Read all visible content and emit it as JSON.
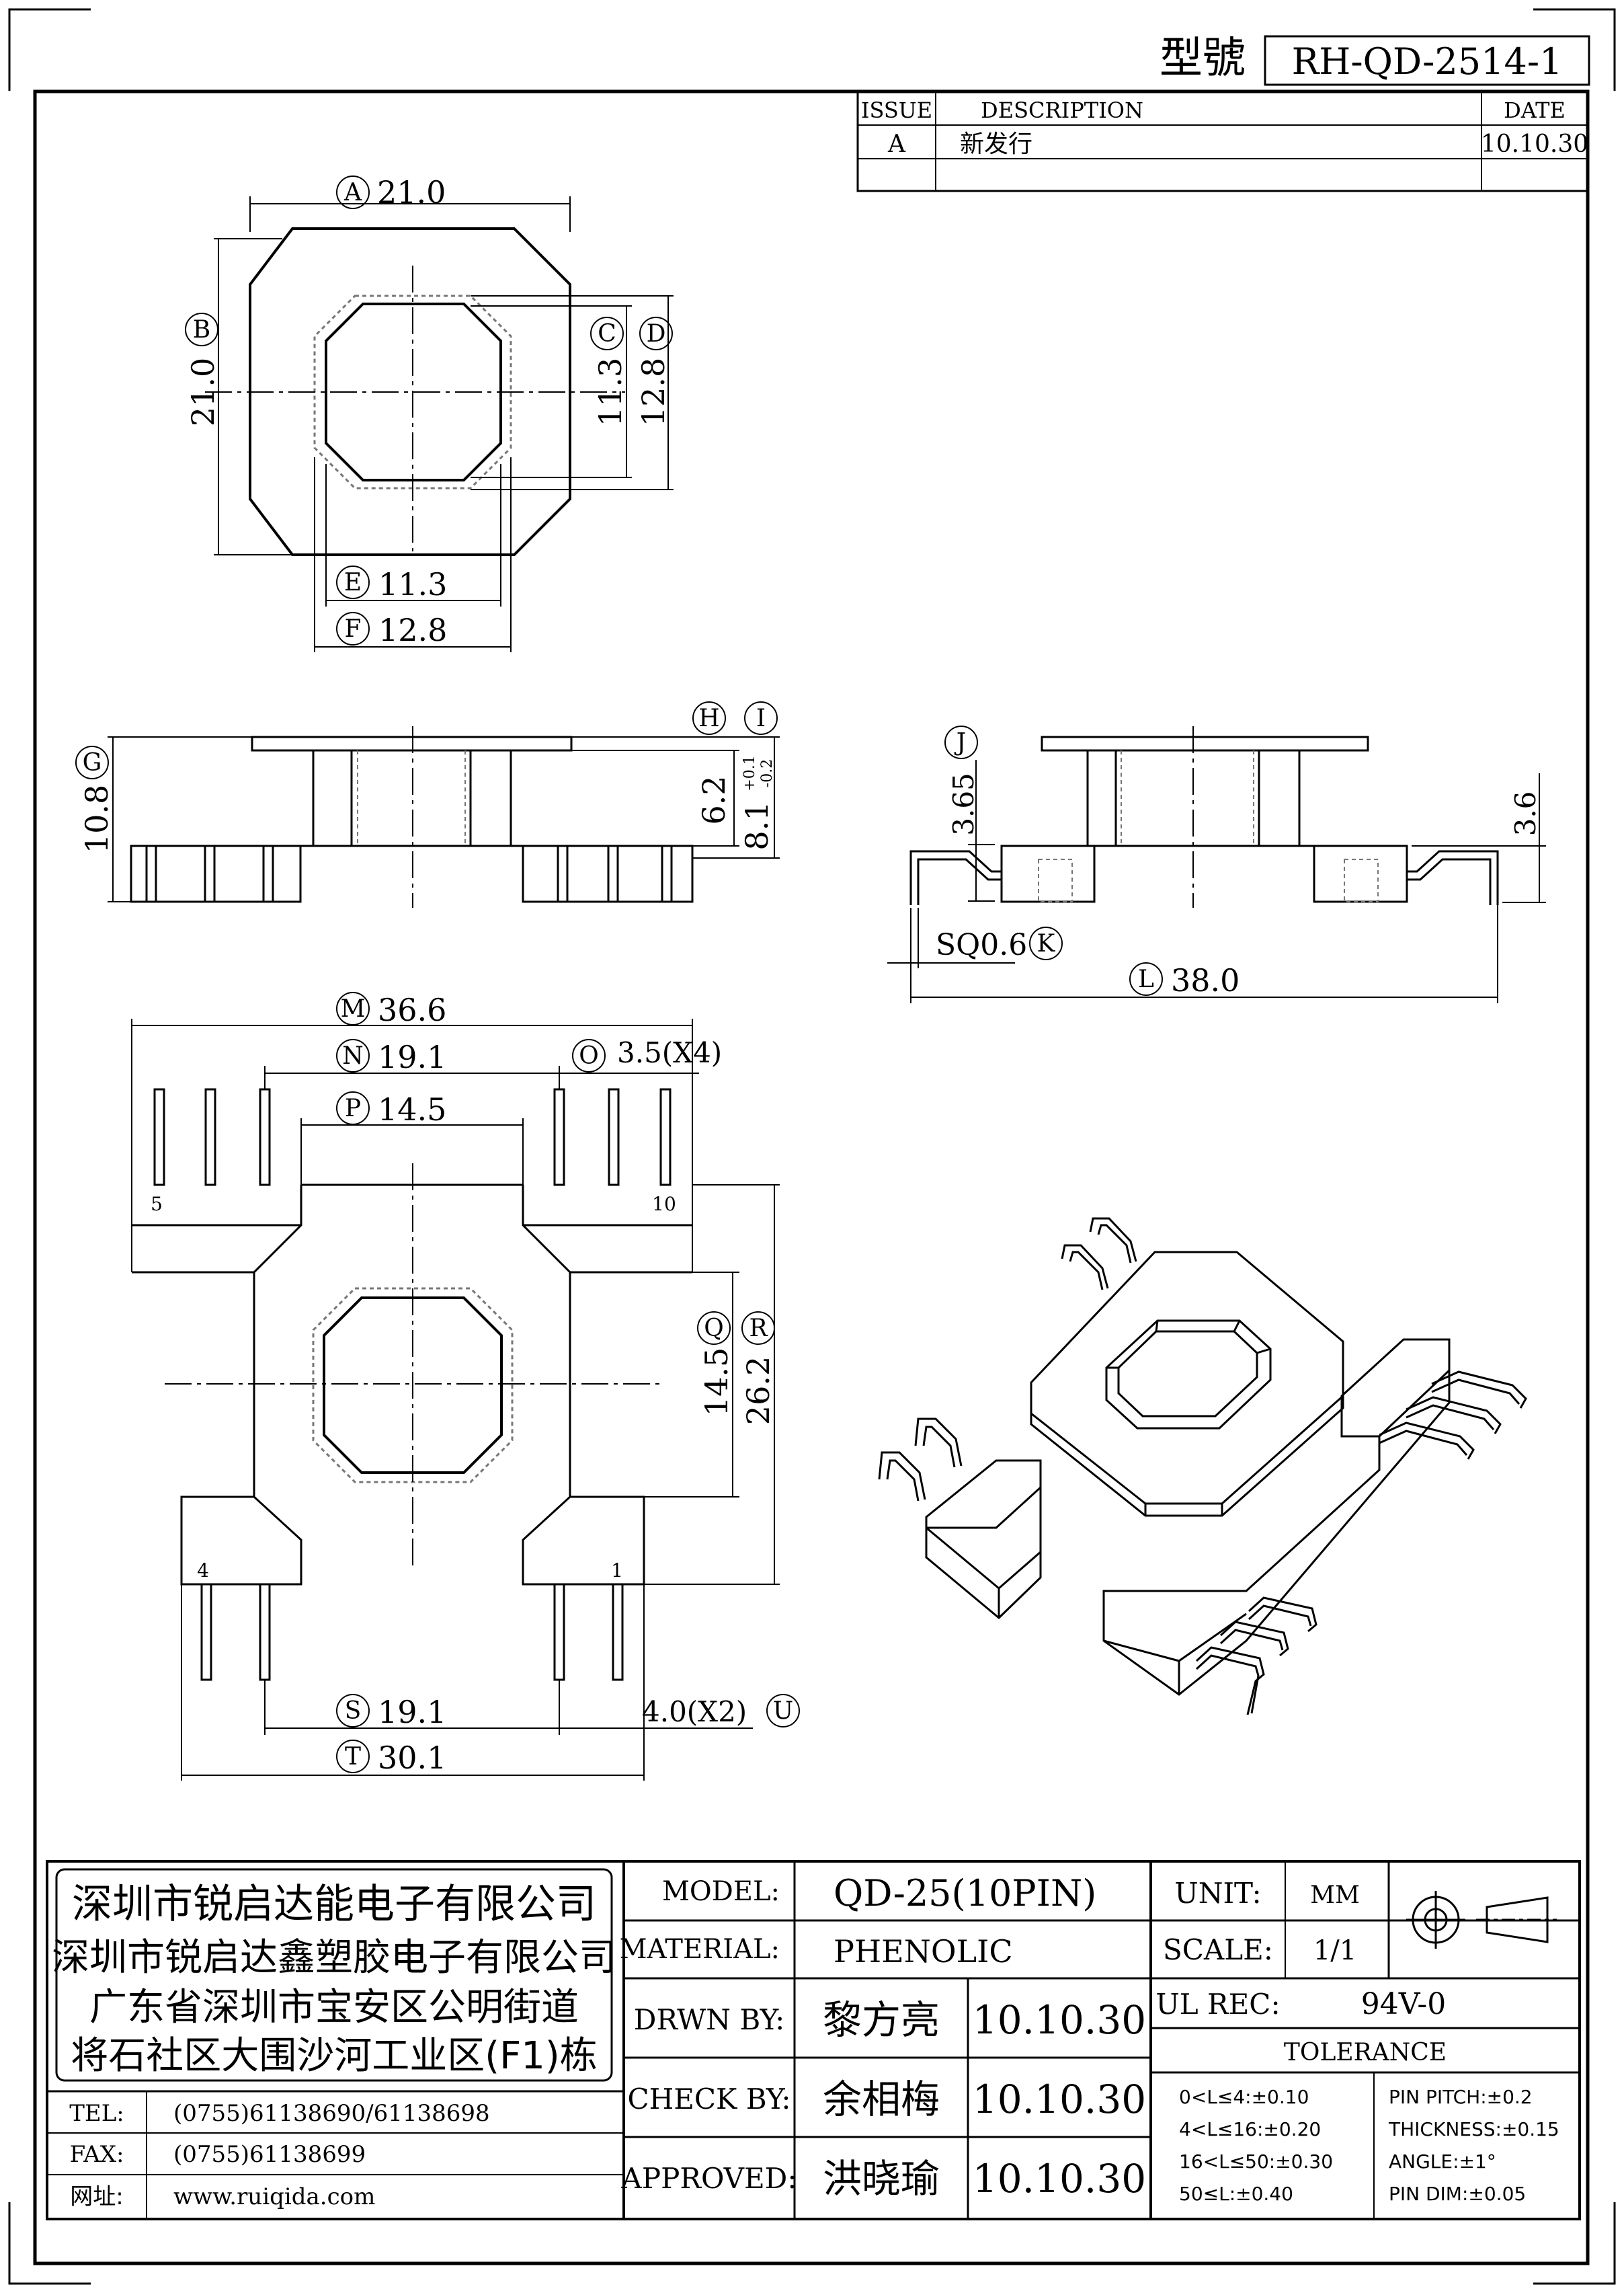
{
  "header": {
    "model_label": "型號",
    "model_value": "RH-QD-2514-1"
  },
  "revision": {
    "col_issue": "ISSUE",
    "col_desc": "DESCRIPTION",
    "col_date": "DATE",
    "rows": [
      {
        "issue": "A",
        "desc": "新发行",
        "date": "10.10.30"
      }
    ]
  },
  "top_view": {
    "A": "A",
    "A_val": "21.0",
    "B": "B",
    "B_val": "21.0",
    "C": "C",
    "C_val": "11.3",
    "D": "D",
    "D_val": "12.8",
    "E": "E",
    "E_val": "11.3",
    "F": "F",
    "F_val": "12.8"
  },
  "side_view": {
    "G": "G",
    "G_val": "10.8",
    "H": "H",
    "I": "I",
    "H_val": "6.2",
    "I_val": "8.1",
    "I_tol_plus": "+0.1",
    "I_tol_minus": "-0.2"
  },
  "end_view": {
    "J": "J",
    "J_val": "3.65",
    "K": "K",
    "K_val": "SQ0.6",
    "L": "L",
    "L_val": "38.0",
    "right_val": "3.6"
  },
  "bottom_view": {
    "M": "M",
    "M_val": "36.6",
    "N": "N",
    "N_val": "19.1",
    "O": "O",
    "O_val": "3.5(X4)",
    "P": "P",
    "P_val": "14.5",
    "Q": "Q",
    "Q_val": "14.5",
    "R": "R",
    "R_val": "26.2",
    "S": "S",
    "S_val": "19.1",
    "T": "T",
    "T_val": "30.1",
    "U": "U",
    "U_val": "4.0(X2)",
    "pin5": "5",
    "pin10": "10",
    "pin4": "4",
    "pin1": "1"
  },
  "company": {
    "line1": "深圳市锐启达能电子有限公司",
    "line2": "深圳市锐启达鑫塑胶电子有限公司",
    "line3": "广东省深圳市宝安区公明街道",
    "line4": "将石社区大围沙河工业区(F1)栋",
    "tel_label": "TEL:",
    "tel": "(0755)61138690/61138698",
    "fax_label": "FAX:",
    "fax": "(0755)61138699",
    "web_label": "网址:",
    "web": "www.ruiqida.com"
  },
  "title_block": {
    "model_label": "MODEL:",
    "model": "QD-25(10PIN)",
    "material_label": "MATERIAL:",
    "material": "PHENOLIC",
    "unit_label": "UNIT:",
    "unit": "MM",
    "scale_label": "SCALE:",
    "scale": "1/1",
    "ul_label": "UL REC:",
    "ul": "94V-0",
    "drawn_label": "DRWN BY:",
    "drawn": "黎方亮",
    "drawn_date": "10.10.30",
    "check_label": "CHECK BY:",
    "check": "余相梅",
    "check_date": "10.10.30",
    "approved_label": "APPROVED:",
    "approved": "洪晓瑜",
    "approved_date": "10.10.30"
  },
  "tolerance": {
    "title": "TOLERANCE",
    "t1": "0<L≤4:±0.10",
    "t2": "4<L≤16:±0.20",
    "t3": "16<L≤50:±0.30",
    "t4": "50≤L:±0.40",
    "p1": "PIN PITCH:±0.2",
    "p2": "THICKNESS:±0.15",
    "p3": "ANGLE:±1°",
    "p4": "PIN DIM:±0.05"
  }
}
